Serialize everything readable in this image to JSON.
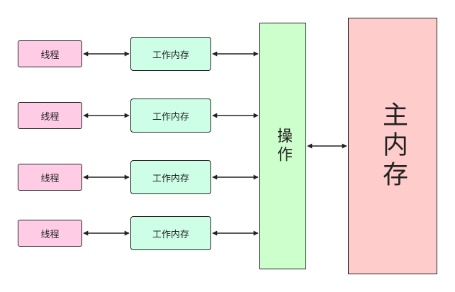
{
  "colors": {
    "thread_fill": "#ffcce6",
    "work_memory_fill": "#ccffe6",
    "operation_fill": "#ccffcc",
    "main_memory_fill": "#ffcccc",
    "stroke": "#222222"
  },
  "rows": [
    {
      "thread_label": "线程",
      "work_memory_label": "工作内存"
    },
    {
      "thread_label": "线程",
      "work_memory_label": "工作内存"
    },
    {
      "thread_label": "线程",
      "work_memory_label": "工作内存"
    },
    {
      "thread_label": "线程",
      "work_memory_label": "工作内存"
    }
  ],
  "operation": {
    "label": "操作"
  },
  "main_memory": {
    "label": "主内存"
  }
}
